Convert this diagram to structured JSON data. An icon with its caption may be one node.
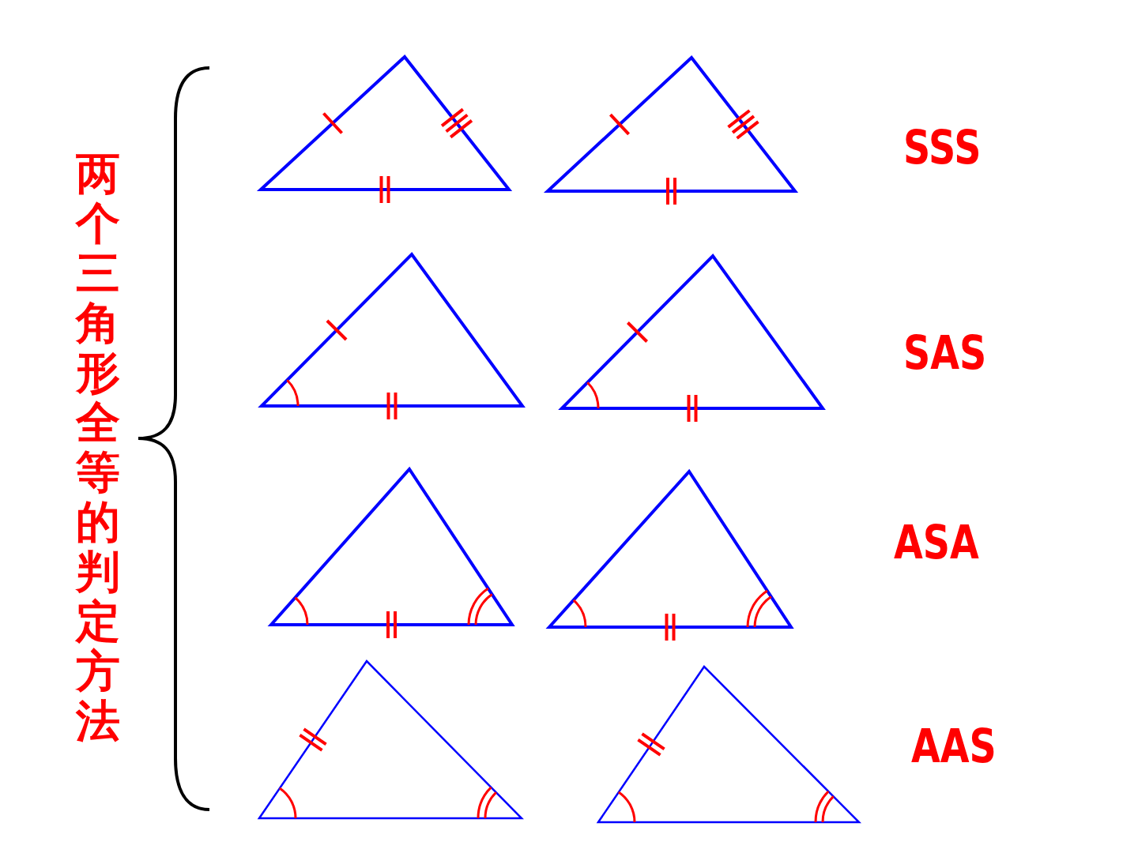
{
  "diagram": {
    "labels": [
      "两个三角形全等的判定方法",
      "SSS",
      "SAS",
      "ASA",
      "AAS"
    ]
  }
}
